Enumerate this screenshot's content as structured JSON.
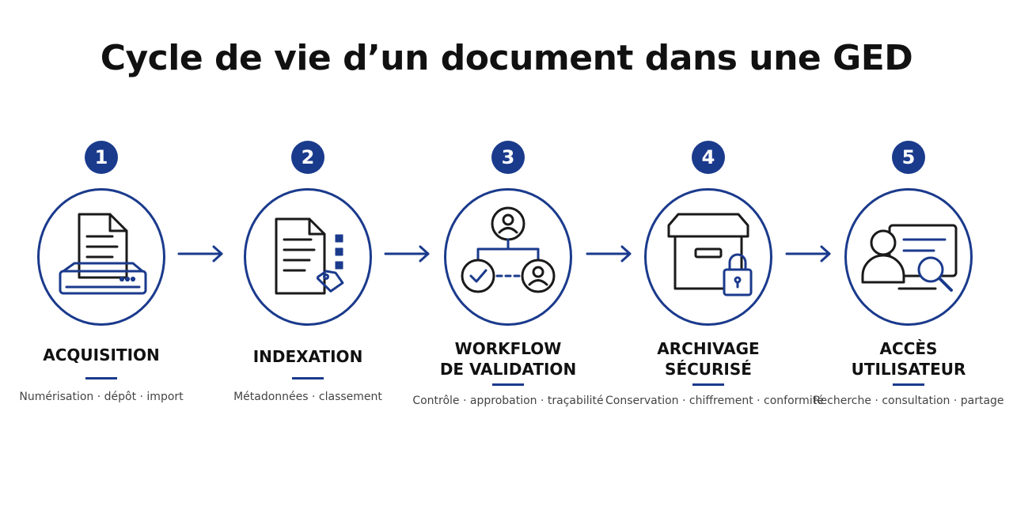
{
  "title": "Cycle de vie d’un document dans une GED",
  "colors": {
    "accent": "#1a3a8c",
    "icon_stroke": "#1a1a1a",
    "text": "#111111",
    "muted": "#444444"
  },
  "steps": [
    {
      "number": "1",
      "title_lines": [
        "ACQUISITION"
      ],
      "description": "Numérisation · dépôt · import",
      "icon": "scanner-document-icon"
    },
    {
      "number": "2",
      "title_lines": [
        "INDEXATION"
      ],
      "description": "Métadonnées · classement",
      "icon": "document-tag-icon"
    },
    {
      "number": "3",
      "title_lines": [
        "WORKFLOW",
        "DE VALIDATION"
      ],
      "description": "Contrôle · approbation · traçabilité",
      "icon": "workflow-approval-icon"
    },
    {
      "number": "4",
      "title_lines": [
        "ARCHIVAGE",
        "SÉCURISÉ"
      ],
      "description": "Conservation · chiffrement · conformité",
      "icon": "archive-lock-icon"
    },
    {
      "number": "5",
      "title_lines": [
        "ACCÈS",
        "UTILISATEUR"
      ],
      "description": "Recherche · consultation · partage",
      "icon": "user-search-icon"
    }
  ]
}
